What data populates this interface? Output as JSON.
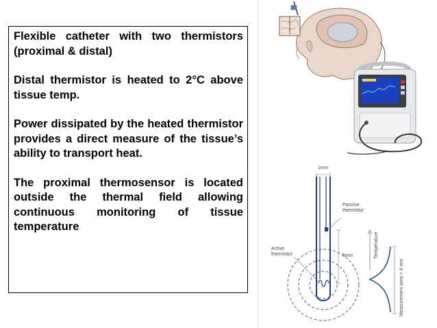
{
  "slide": {
    "paragraphs": [
      "Flexible catheter with two thermistors (proximal & distal)",
      "Distal thermistor is heated to 2°C above tissue temp.",
      "Power dissipated by the heated thermistor provides a direct measure of the tissue’s ability to transport heat.",
      "The proximal thermosensor is located outside the thermal field allowing continuous monitoring of tissue temperature"
    ]
  },
  "diagram": {
    "width_label": "1mm",
    "passive_label": "Passive\nthermistor",
    "active_label": "Active\nthermistor",
    "distance_label": "5mm",
    "temperature_label": "Temperature",
    "measurement_label": "Measurement area = 4 mm"
  },
  "colors": {
    "catheter_blue": "#1f3c8c",
    "dashed_blue": "#3b57a8"
  }
}
